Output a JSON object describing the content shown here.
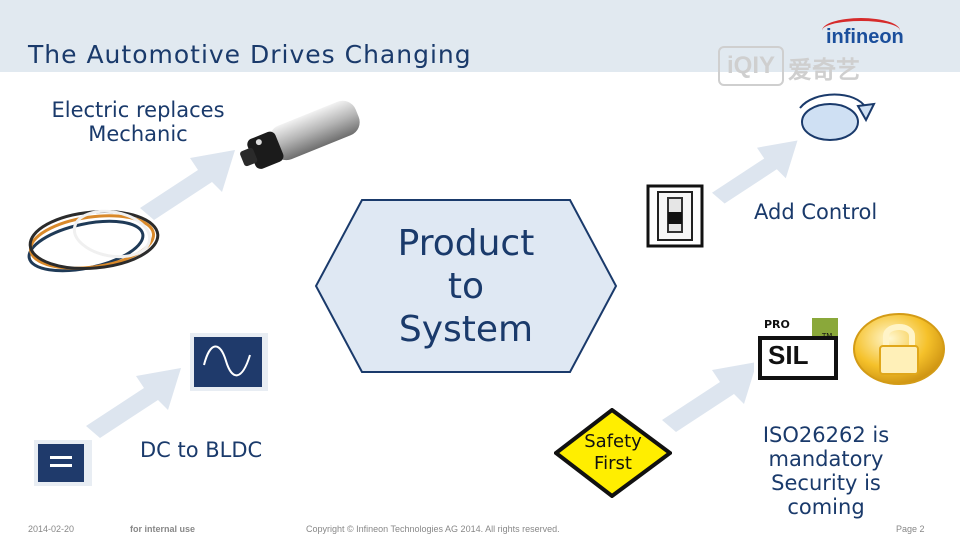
{
  "slide": {
    "title": "The Automotive Drives Changing",
    "logo_text": "infineon",
    "watermark_box": "iQIY",
    "watermark_text": "爱奇艺"
  },
  "labels": {
    "electric_line1": "Electric replaces",
    "electric_line2": "Mechanic",
    "dc_bldc": "DC to BLDC",
    "add_control": "Add Control",
    "iso_line1": "ISO26262 is",
    "iso_line2": "mandatory",
    "iso_line3": "Security is",
    "iso_line4": "coming"
  },
  "center": {
    "line1": "Product",
    "line2": "to",
    "line3": "System"
  },
  "safety_sign": {
    "line1": "Safety",
    "line2": "First"
  },
  "sil_badge": {
    "top": "PRO",
    "main": "SIL",
    "tm": "TM"
  },
  "footer": {
    "date": "2014-02-20",
    "usage": "for internal use",
    "copyright": "Copyright © Infineon Technologies AG 2014. All rights reserved.",
    "page": "Page 2"
  },
  "colors": {
    "header_bg": "#e1e9f0",
    "title_text": "#1a3a6b",
    "arrow": "#dde5ef",
    "hex_fill": "#dfe8f3",
    "safety_yellow": "#ffee00",
    "sil_green": "#8aa83a",
    "lock_gold": "#f5c12a"
  },
  "icons": [
    "fuel-pump-icon",
    "belts-icon",
    "switch-icon",
    "rotation-icon",
    "sine-wave-icon",
    "equals-icon",
    "safety-sign-icon",
    "sil-badge-icon",
    "lock-icon"
  ]
}
